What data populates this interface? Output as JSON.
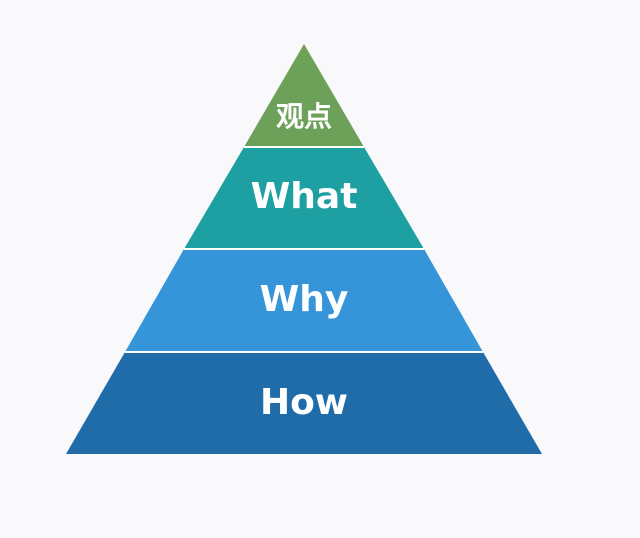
{
  "pyramid": {
    "tiers": [
      {
        "label": "观点",
        "color": "#6da159"
      },
      {
        "label": "What",
        "color": "#1ea0a3"
      },
      {
        "label": "Why",
        "color": "#3595d8"
      },
      {
        "label": "How",
        "color": "#1f6ca9"
      }
    ],
    "separator_color": "#ffffff",
    "background": "#f9f8fb"
  }
}
